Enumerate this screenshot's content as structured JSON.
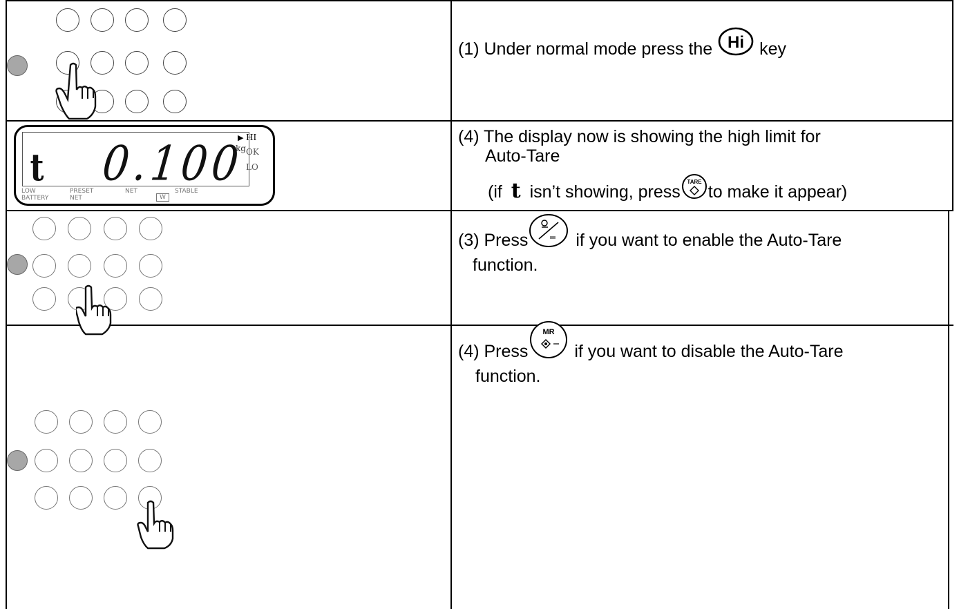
{
  "rows": [
    {
      "step_label": "(1) Under normal mode press the",
      "key_label": "Hi",
      "trailing_label": "key"
    },
    {
      "step_line1": "(4) The display now is showing the high limit for",
      "step_line2": "Auto-Tare",
      "note_prefix": "(if",
      "note_glyph": "t",
      "note_middle": "isn’t showing, press",
      "note_key_label": "TARE",
      "note_suffix": "to make it appear)",
      "display": {
        "mode_char": "t",
        "value": "0.100",
        "unit": "kg",
        "indicators": [
          "HI",
          "OK",
          "LO"
        ],
        "active_indicator": "HI",
        "bottom_labels": [
          "LOW BATTERY",
          "PRESET NET",
          "NET",
          "W",
          "STABLE"
        ]
      }
    },
    {
      "step_label": "(3) Press",
      "trailing_label": "if you want to enable the Auto-Tare",
      "line2": "function."
    },
    {
      "step_label": "(4) Press",
      "key_label": "MR",
      "trailing_label": "if you want to disable the Auto-Tare",
      "line2": "function."
    }
  ],
  "icons": [
    "keypad-icon",
    "pointing-hand-icon",
    "hi-key-icon",
    "tare-key-icon",
    "percent-key-icon",
    "mr-key-icon"
  ]
}
